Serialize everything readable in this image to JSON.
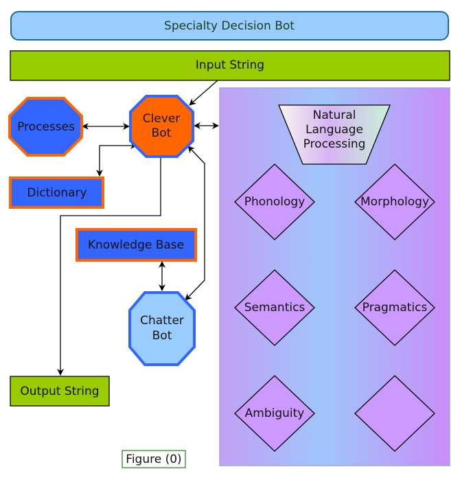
{
  "title": "Specialty Decision Bot",
  "input": "Input String",
  "output": "Output String",
  "nodes": {
    "processes": "Processes",
    "clever_bot": [
      "Clever",
      "Bot"
    ],
    "dictionary": "Dictionary",
    "knowledge_base": "Knowledge Base",
    "chatter_bot": [
      "Chatter",
      "Bot"
    ]
  },
  "nlp": {
    "header": [
      "Natural",
      "Language",
      "Processing"
    ],
    "items": [
      "Phonology",
      "Morphology",
      "Semantics",
      "Pragmatics",
      "Ambiguity",
      ""
    ]
  },
  "caption": "Figure (0)",
  "colors": {
    "title_fill": "#99ccff",
    "title_stroke": "#1c6a8e",
    "green": "#99cc00",
    "blue": "#3366ff",
    "orange": "#ff6600",
    "light_blue": "#99ccff",
    "purple": "#cc99ff",
    "panel_border": "#9aa8d8",
    "caption_border": "#2a8a2a"
  }
}
